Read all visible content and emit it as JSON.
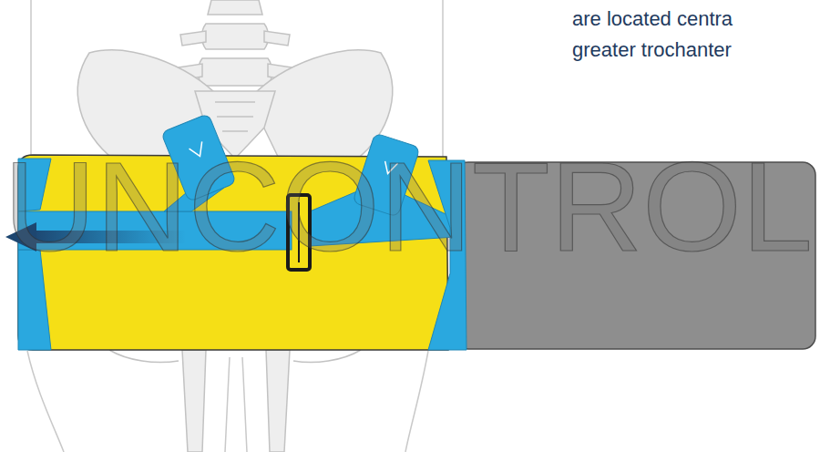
{
  "diagram": {
    "labels": [
      "are located centra",
      "greater trochanter",
      "UNCONTROL"
    ]
  }
}
